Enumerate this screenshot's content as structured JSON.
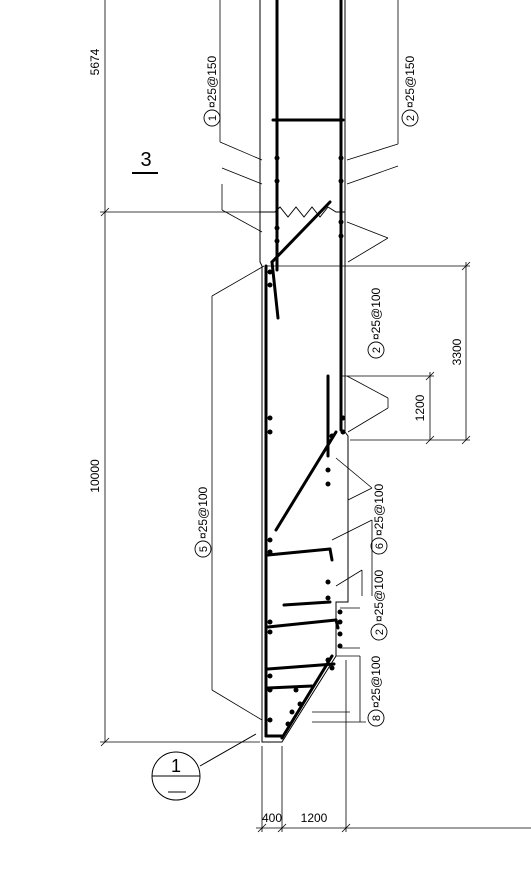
{
  "drawing": {
    "dimensions": {
      "top_segment": "5674",
      "overall_height": "10000",
      "upper_zone": "3300",
      "lower_zone": "1200",
      "bottom_left": "400",
      "bottom_right": "1200"
    },
    "section_mark": "3",
    "detail_callout": "1",
    "rebar_labels": [
      {
        "marker": "1",
        "spec": "¤25@150"
      },
      {
        "marker": "2",
        "spec": "¤25@150"
      },
      {
        "marker": "2",
        "spec": "¤25@100"
      },
      {
        "marker": "5",
        "spec": "¤25@100"
      },
      {
        "marker": "6",
        "spec": "¤25@100"
      },
      {
        "marker": "2",
        "spec": "¤25@100"
      },
      {
        "marker": "8",
        "spec": "¤25@100"
      }
    ]
  }
}
